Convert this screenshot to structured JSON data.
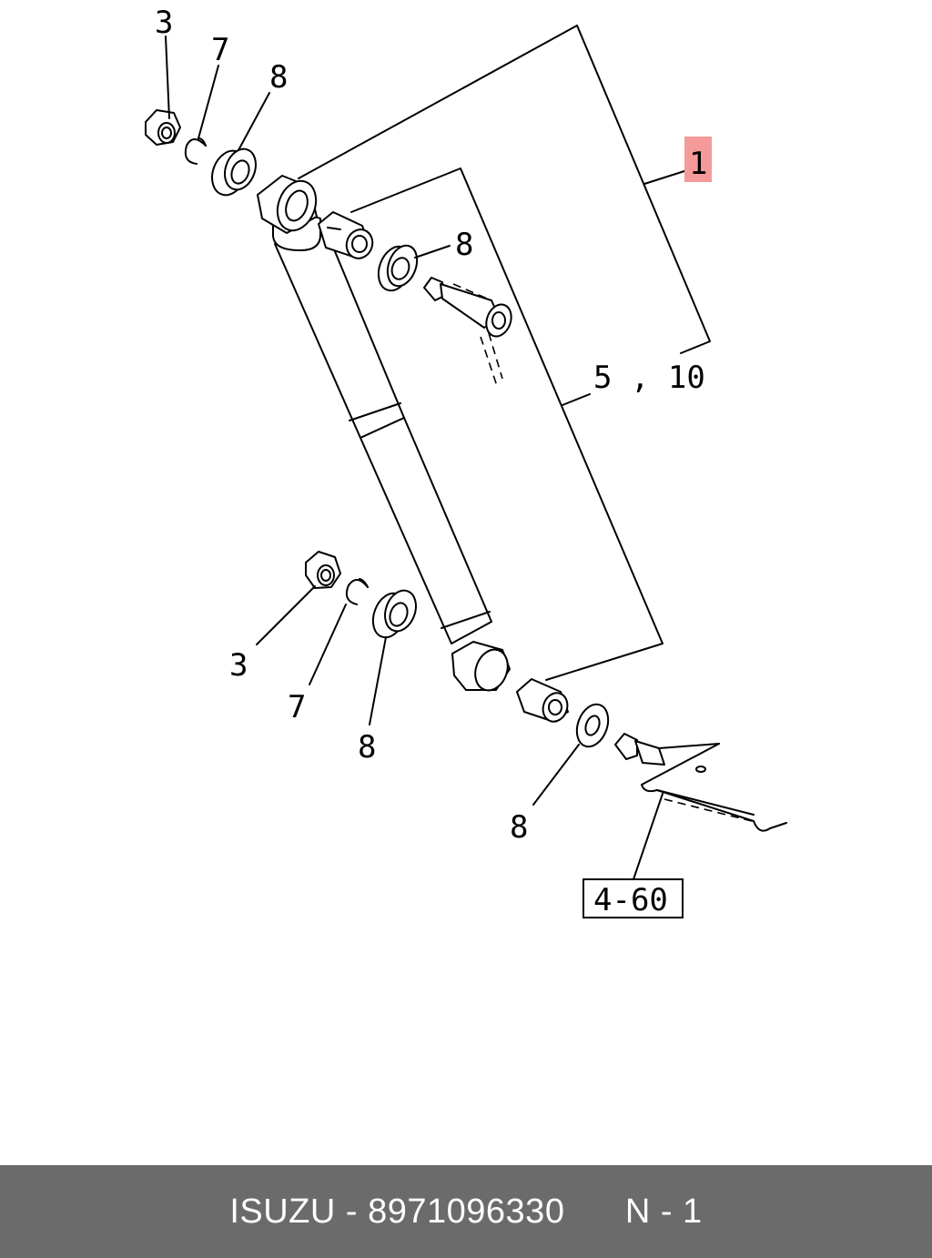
{
  "callouts": {
    "top_nut": "3",
    "top_clip": "7",
    "top_bushing_outer": "8",
    "assembly": "1",
    "top_bushing_inner": "8",
    "group_ref": "5 , 10",
    "bottom_nut": "3",
    "bottom_clip": "7",
    "bottom_bushing_outer": "8",
    "bottom_washer": "8",
    "ref_box": "4-60"
  },
  "colors": {
    "highlight": "#f59a9a",
    "footer_bg": "#6b6b6b",
    "footer_text": "#ffffff",
    "line": "#000000"
  },
  "footer": {
    "brand": "ISUZU",
    "separator": " - ",
    "part_number": "8971096330",
    "position": "N - 1"
  }
}
